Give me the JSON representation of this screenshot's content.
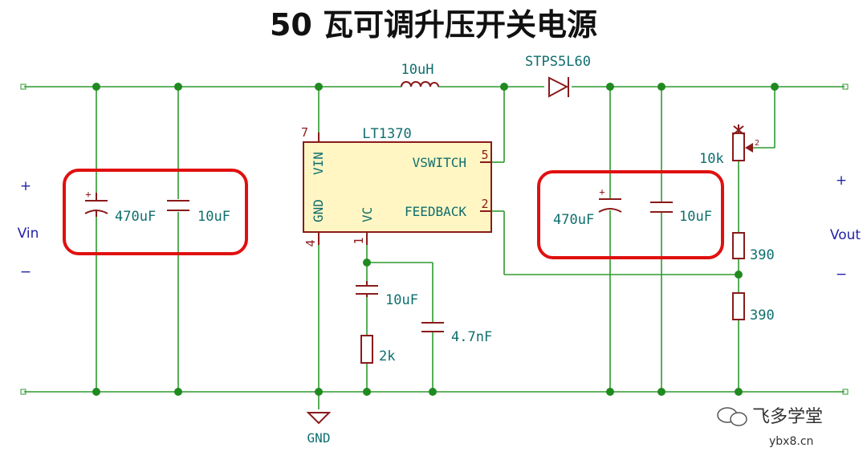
{
  "title": "50 瓦可调升压开关电源",
  "input": {
    "plus": "+",
    "label": "Vin",
    "minus": "−"
  },
  "output": {
    "plus": "+",
    "label": "Vout",
    "minus": "−"
  },
  "inductor": "10uH",
  "diode": "STPS5L60",
  "ic": {
    "name": "LT1370",
    "pins": {
      "vin": "VIN",
      "gnd": "GND",
      "vc": "VC",
      "vswitch": "VSWITCH",
      "feedback": "FEEDBACK"
    },
    "pin_numbers": {
      "vin": "7",
      "gnd": "4",
      "vc": "1",
      "vswitch": "5",
      "feedback": "2"
    }
  },
  "input_caps": {
    "c1": "470uF",
    "c2": "10uF"
  },
  "output_caps": {
    "c1": "470uF",
    "c2": "10uF"
  },
  "comp": {
    "cap": "10uF",
    "res": "2k",
    "cap2": "4.7nF"
  },
  "pot": {
    "value": "10k",
    "wiper_pin": "2"
  },
  "divider": {
    "r1": "390",
    "r2": "390"
  },
  "ground": "GND",
  "watermark": {
    "brand": "飞多学堂",
    "url": "ybx8.cn"
  },
  "colors": {
    "wire": "#2e9a2e",
    "component": "#8a1a1a",
    "highlight": "#e01010",
    "ic_fill": "#fff6c4"
  }
}
